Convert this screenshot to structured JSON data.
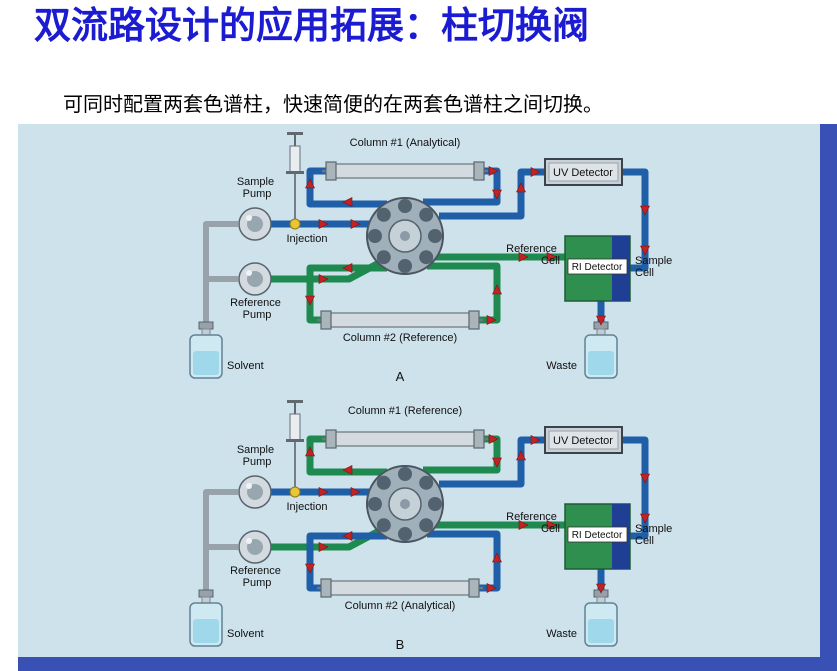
{
  "slide": {
    "title": "双流路设计的应用拓展：柱切换阀",
    "subtitle": "可同时配置两套色谱柱，快速简便的在两套色谱柱之间切换。"
  },
  "colors": {
    "title_color": "#1B1BD1",
    "panel_bg": "#CEE2EC",
    "bar_blue": "#3950B4",
    "tube_blue": "#1F5FA8",
    "tube_green": "#1F8A50",
    "arrow_red": "#C32222"
  },
  "diagram_a": {
    "tag": "A",
    "sample_pump": [
      "Sample",
      "Pump"
    ],
    "reference_pump": [
      "Reference",
      "Pump"
    ],
    "injection": "Injection",
    "column1": "Column #1 (Analytical)",
    "column2": "Column #2 (Reference)",
    "uv_detector": "UV Detector",
    "ri_detector": "RI Detector",
    "reference_cell": [
      "Reference",
      "Cell"
    ],
    "sample_cell": [
      "Sample",
      "Cell"
    ],
    "solvent": "Solvent",
    "waste": "Waste"
  },
  "diagram_b": {
    "tag": "B",
    "sample_pump": [
      "Sample",
      "Pump"
    ],
    "reference_pump": [
      "Reference",
      "Pump"
    ],
    "injection": "Injection",
    "column1": "Column #1 (Reference)",
    "column2": "Column #2 (Analytical)",
    "uv_detector": "UV Detector",
    "ri_detector": "RI Detector",
    "reference_cell": [
      "Reference",
      "Cell"
    ],
    "sample_cell": [
      "Sample",
      "Cell"
    ],
    "solvent": "Solvent",
    "waste": "Waste"
  }
}
